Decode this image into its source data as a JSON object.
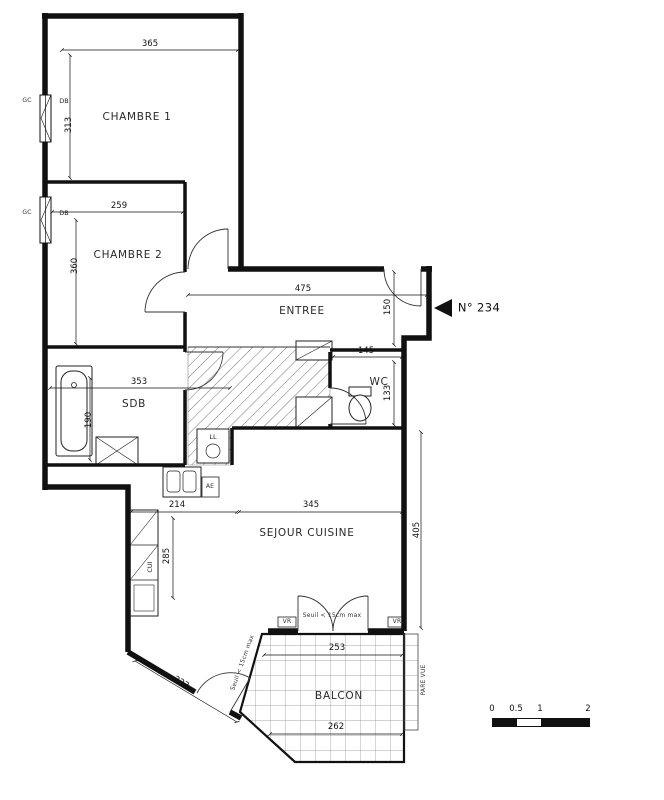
{
  "plan_number": "N° 234",
  "rooms": {
    "chambre1": "CHAMBRE 1",
    "chambre2": "CHAMBRE 2",
    "entree": "ENTREE",
    "wc": "WC",
    "sdb": "SDB",
    "sejour_cuisine": "SEJOUR CUISINE",
    "balcon": "BALCON",
    "cui": "CUI"
  },
  "dims": {
    "d365": "365",
    "d313": "313",
    "d259": "259",
    "d360": "360",
    "d475": "475",
    "d150": "150",
    "d145": "145",
    "d133": "133",
    "d353": "353",
    "d190": "190",
    "d214": "214",
    "d345": "345",
    "d285": "285",
    "d405": "405",
    "d253": "253",
    "d262": "262",
    "d222": "222"
  },
  "annotations": {
    "gc_top": "GC",
    "gc_bottom": "GC",
    "db_top": "DB",
    "db_bottom": "DB",
    "ll": "LL",
    "ae": "AE",
    "vr_left": "VR",
    "vr_right": "VR",
    "seuil_main": "Seuil < 15cm max",
    "seuil_angled": "Seuil < 15cm max",
    "pare_vue": "PARE VUE"
  },
  "scale_bar": {
    "labels": [
      "0",
      "0.5",
      "1",
      "2"
    ]
  }
}
